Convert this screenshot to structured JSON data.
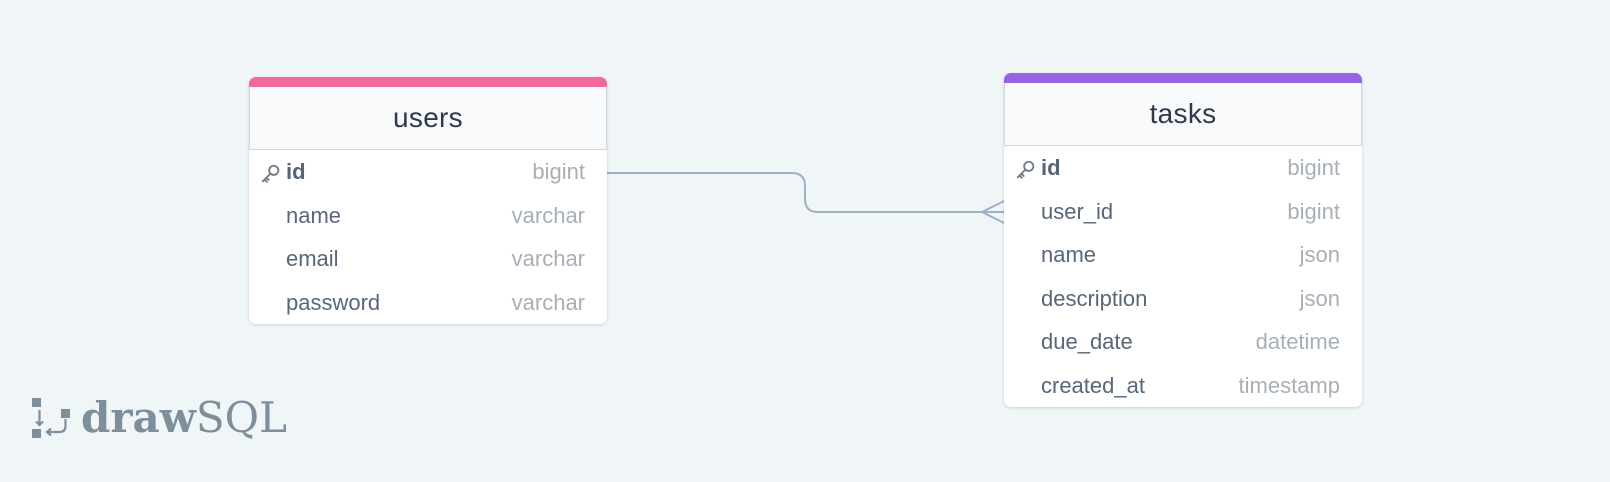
{
  "colors": {
    "background": "#f0f5f8",
    "users_accent": "#f0699a",
    "tasks_accent": "#9563e3",
    "connector": "#9fb0c4"
  },
  "tables": {
    "users": {
      "name": "users",
      "columns": [
        {
          "name": "id",
          "type": "bigint",
          "primary_key": true
        },
        {
          "name": "name",
          "type": "varchar"
        },
        {
          "name": "email",
          "type": "varchar"
        },
        {
          "name": "password",
          "type": "varchar"
        }
      ]
    },
    "tasks": {
      "name": "tasks",
      "columns": [
        {
          "name": "id",
          "type": "bigint",
          "primary_key": true
        },
        {
          "name": "user_id",
          "type": "bigint"
        },
        {
          "name": "name",
          "type": "json"
        },
        {
          "name": "description",
          "type": "json"
        },
        {
          "name": "due_date",
          "type": "datetime"
        },
        {
          "name": "created_at",
          "type": "timestamp"
        }
      ]
    }
  },
  "relationships": [
    {
      "from": "users.id",
      "to": "tasks.user_id",
      "cardinality": "one-to-many"
    }
  ],
  "logo": {
    "part1": "draw",
    "part2": "SQL",
    "icon": "drawsql-logo-icon"
  }
}
